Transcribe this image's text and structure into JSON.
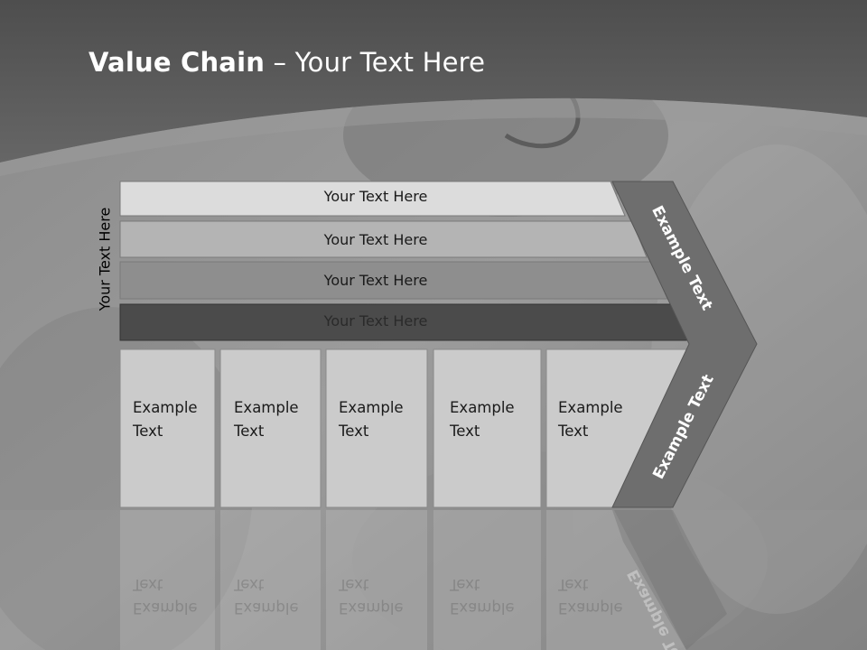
{
  "slide": {
    "title_bold": "Value Chain",
    "title_rest": " – Your Text Here",
    "side_label": "Your Text Here"
  },
  "bars": [
    {
      "label": "Your Text Here",
      "fill": "#dcdcdc"
    },
    {
      "label": "Your Text Here",
      "fill": "#b4b4b4"
    },
    {
      "label": "Your Text Here",
      "fill": "#8e8e8e"
    },
    {
      "label": "Your Text Here",
      "fill": "#4b4b4b"
    }
  ],
  "boxes": [
    {
      "label": "Example\nText"
    },
    {
      "label": "Example\nText"
    },
    {
      "label": "Example\nText"
    },
    {
      "label": "Example\nText"
    },
    {
      "label": "Example\nText"
    }
  ],
  "chevron": {
    "upper_label": "Example Text",
    "lower_label": "Example Text",
    "fill": "#6e6e6e"
  },
  "colors": {
    "header_band": "#5a5a5a",
    "box_fill": "#cbcbcb",
    "chevron": "#6e6e6e"
  }
}
